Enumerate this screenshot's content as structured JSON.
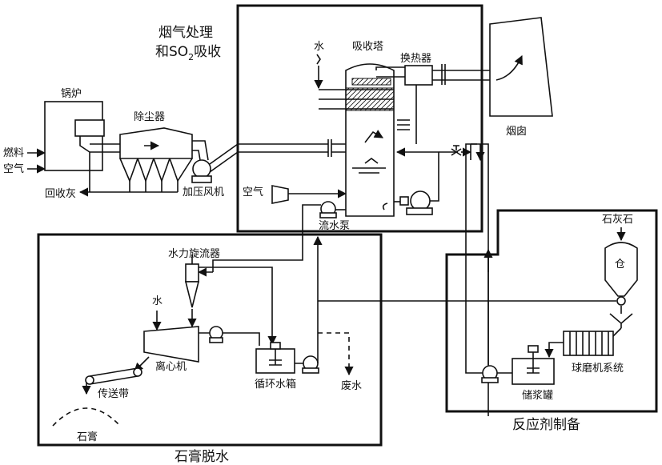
{
  "labels": {
    "flue_title_1": "烟气处理",
    "flue_title_2a": "和SO",
    "flue_title_sub": "2",
    "flue_title_2b": "吸收",
    "boiler": "锅炉",
    "fuel": "燃料",
    "air_left": "空气",
    "ash_return": "回收灰",
    "dust_collector": "除尘器",
    "booster_fan": "加压风机",
    "water_top": "水",
    "absorber": "吸收塔",
    "heat_exchanger": "换热器",
    "chimney": "烟囱",
    "air_mid": "空气",
    "flow_pump": "流水泵",
    "limestone": "石灰石",
    "silo": "仓",
    "hydrocyclone": "水力旋流器",
    "water_left": "水",
    "centrifuge": "离心机",
    "conveyor": "传送带",
    "gypsum": "石膏",
    "circ_tank": "循环水箱",
    "waste_water": "废水",
    "slurry_tank": "储浆罐",
    "ball_mill": "球磨机系统",
    "section_gypsum": "石膏脱水",
    "section_reagent": "反应剂制备"
  }
}
